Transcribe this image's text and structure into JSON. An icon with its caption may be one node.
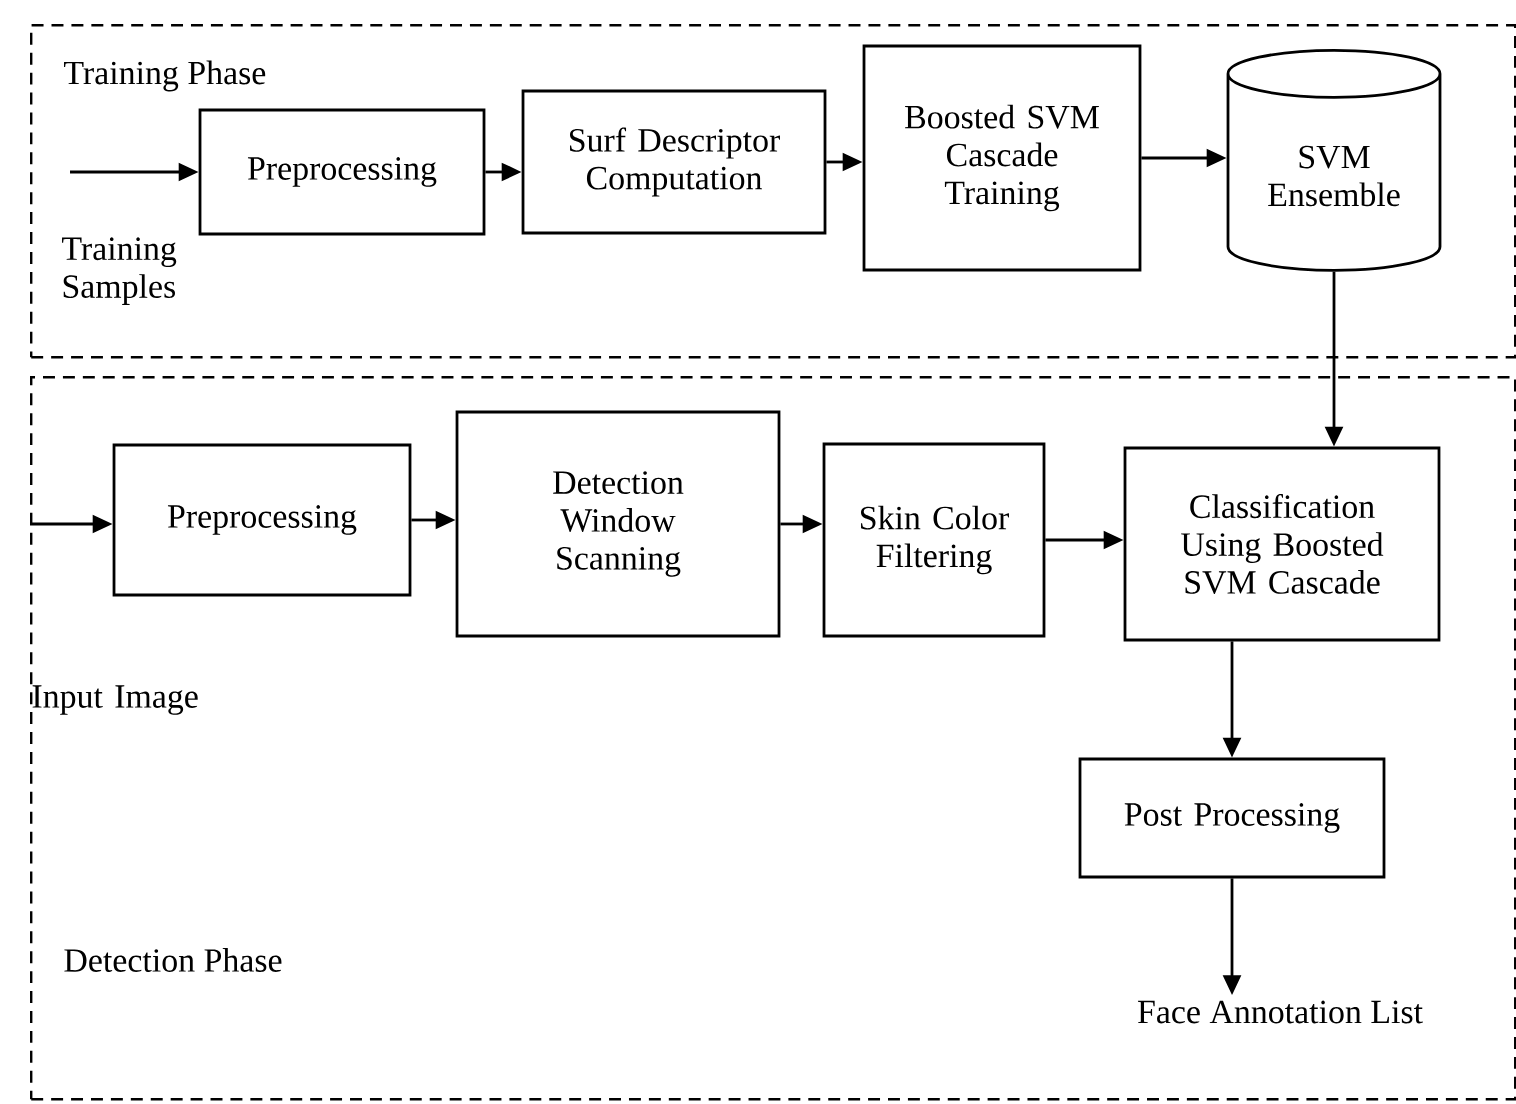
{
  "diagram": {
    "nodes": [
      {
        "text": [
          "Training Phase"
        ]
      },
      {
        "text": [
          "Detection Phase"
        ]
      },
      {
        "text": [
          "Preprocessing"
        ],
        "in": 0
      },
      {
        "text": [
          "Surf Descriptor Computation"
        ],
        "in": 0
      },
      {
        "text": [
          "Boosted SVM Cascade Training"
        ],
        "in": 0
      },
      {
        "text": [
          "SVM Ensemble"
        ],
        "in": 0
      },
      {
        "text": [
          "Preprocessing"
        ],
        "in": 1
      },
      {
        "text": [
          "Detection Window Scanning"
        ],
        "in": 1
      },
      {
        "text": [
          "Skin Color Filtering"
        ],
        "in": 1
      },
      {
        "text": [
          "Classification Using Boosted SVM Cascade"
        ],
        "in": 1
      },
      {
        "text": [
          "Post Processing"
        ],
        "in": 1
      },
      {
        "text": [
          "Face Annotation List"
        ],
        "in": 1
      }
    ],
    "edges": [
      {
        "from": null,
        "to": 2,
        "arrow": "to"
      },
      {
        "from": 2,
        "to": 3,
        "arrow": "to"
      },
      {
        "from": 3,
        "to": 4,
        "arrow": "to"
      },
      {
        "from": 4,
        "to": 5,
        "arrow": "to"
      },
      {
        "from": 5,
        "to": 9,
        "arrow": "to"
      },
      {
        "from": null,
        "to": 6,
        "arrow": "to"
      },
      {
        "from": 6,
        "to": 7,
        "arrow": "to"
      },
      {
        "from": 7,
        "to": 8,
        "arrow": "to"
      },
      {
        "from": 8,
        "to": 9,
        "arrow": "to"
      },
      {
        "from": 9,
        "to": 10,
        "arrow": "to"
      },
      {
        "from": 10,
        "to": 11,
        "arrow": "to"
      }
    ],
    "labels": [
      "Training Samples",
      "Input Image"
    ]
  }
}
